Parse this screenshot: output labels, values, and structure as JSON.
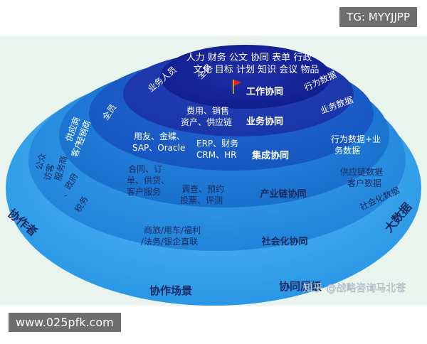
{
  "watermark_tg": "TG: MYYJJPP",
  "watermark_site": "www.025pfk.com",
  "watermark_zhihu": "知乎 @战略咨询马北苍",
  "side_left": "协作者",
  "side_right": "大数据",
  "bottom_left": "协作场景",
  "bottom_center": "协同层级",
  "levels": [
    {
      "title": "工作协同",
      "left_label": "业务人员",
      "right_label": "行为数据",
      "quadrant_left": "全员",
      "tasks_line1": "人力 财务 公文 协同 表单 行政",
      "tasks_line2": "文化 目标 计划 知识 会议 物品"
    },
    {
      "title": "业务协同",
      "left_label": "全员",
      "right_label": "业务数据",
      "tasks_line1": "费用、销售",
      "tasks_line2": "资产、供应链"
    },
    {
      "title": "集成协同",
      "left_label_line1": "用友、金蝶、",
      "left_label_line2": "SAP、Oracle",
      "right_line1": "行为数据+业",
      "right_line2": "务数据",
      "tasks_line1": "ERP、财务",
      "tasks_line2": "CRM、HR",
      "side_line1": "供应商",
      "side_line2": "经销商",
      "side_line3": "客户"
    },
    {
      "title": "产业链协同",
      "left_line1": "合同、订",
      "left_line2": "单、供货、",
      "left_line3": "客户服务",
      "mid_line1": "调查、预约",
      "mid_line2": "投票、评测",
      "right_line1": "供应链数据",
      "right_line2": "客户数据",
      "side_line1": "服务商",
      "side_line2": "、政府",
      "side_line3": "税务",
      "side2_line1": "公众",
      "side2_line2": "访客"
    },
    {
      "title": "社会化协同",
      "left_line1": "商旅/用车/福利",
      "left_line2": "/法务/银企直联",
      "right_label": "社会化数据"
    }
  ],
  "colors": {
    "outer": "#2a97e6",
    "ring4": "#1f84da",
    "ring3": "#1870cc",
    "ring2": "#1656bf",
    "ring1": "#1a35a5",
    "center": "#0f1d8c",
    "flag": "#e0221e",
    "text_dark": "#1a2a60",
    "text_light": "#ffffff"
  }
}
